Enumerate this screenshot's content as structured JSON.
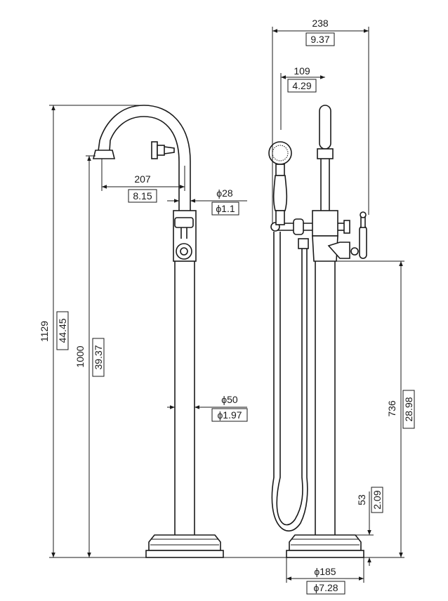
{
  "dimensions": {
    "overall_width": {
      "mm": "238",
      "in": "9.37"
    },
    "hand_shower_offset": {
      "mm": "109",
      "in": "4.29"
    },
    "spout_reach": {
      "mm": "207",
      "in": "8.15"
    },
    "valve_diameter": {
      "mm": "ϕ28",
      "in": "ϕ1.1"
    },
    "riser_diameter": {
      "mm": "ϕ50",
      "in": "ϕ1.97"
    },
    "total_height": {
      "mm": "1129",
      "in": "44.45"
    },
    "spout_height": {
      "mm": "1000",
      "in": "39.37"
    },
    "handle_height": {
      "mm": "736",
      "in": "28.98"
    },
    "base_height": {
      "mm": "53",
      "in": "2.09"
    },
    "base_diameter": {
      "mm": "ϕ185",
      "in": "ϕ7.28"
    }
  },
  "colors": {
    "line": "#1a1a1a",
    "background": "#ffffff"
  }
}
